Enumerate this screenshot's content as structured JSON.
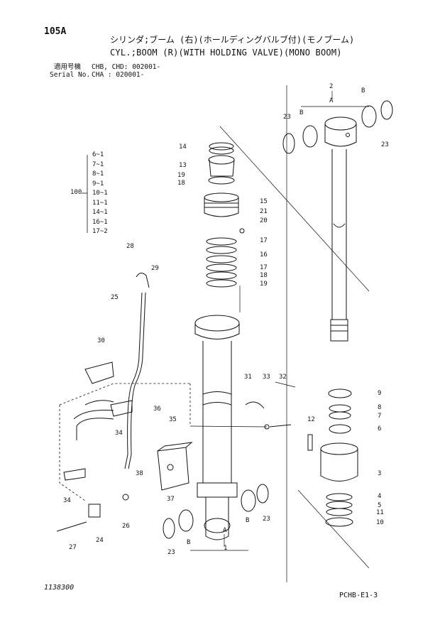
{
  "header": {
    "page_id": "105A",
    "title_jp": "シリンダ;ブーム (右)(ホールディングバルブ付)(モノブーム)",
    "title_en": "CYL.;BOOM (R)(WITH HOLDING VALVE)(MONO BOOM)",
    "serial_jp_label": "適用号機",
    "serial_jp_value": "CHB, CHD: 002001-",
    "serial_en_label": "Serial No.",
    "serial_en_value": "CHA      : 020001-"
  },
  "kit": {
    "number": "100",
    "items": [
      "6~1",
      "7~1",
      "8~1",
      "9~1",
      "10~1",
      "11~1",
      "14~1",
      "16~1",
      "17~2"
    ]
  },
  "callouts": {
    "c14": "14",
    "c13": "13",
    "c19a": "19",
    "c18a": "18",
    "c15": "15",
    "c21": "21",
    "c20": "20",
    "c17a": "17",
    "c16": "16",
    "c17b": "17",
    "c18b": "18",
    "c19b": "19",
    "c28": "28",
    "c29": "29",
    "c25": "25",
    "c30": "30",
    "c31": "31",
    "c33": "33",
    "c32": "32",
    "c36": "36",
    "c35": "35",
    "c34a": "34",
    "c34b": "34",
    "c38": "38",
    "c37": "37",
    "c26": "26",
    "c27": "27",
    "c24": "24",
    "c23a": "23",
    "c23b": "23",
    "c23c": "23",
    "c23d": "23",
    "c2": "2",
    "c1": "1",
    "cA1": "A",
    "cA2": "A",
    "cB1": "B",
    "cB2": "B",
    "cB3": "B",
    "cB4": "B",
    "c9": "9",
    "c8": "8",
    "c7": "7",
    "c6": "6",
    "c12": "12",
    "c3": "3",
    "c4": "4",
    "c5": "5",
    "c11": "11",
    "c10": "10"
  },
  "footer": {
    "left_code": "1138300",
    "right_code": "PCHB-E1-3"
  }
}
